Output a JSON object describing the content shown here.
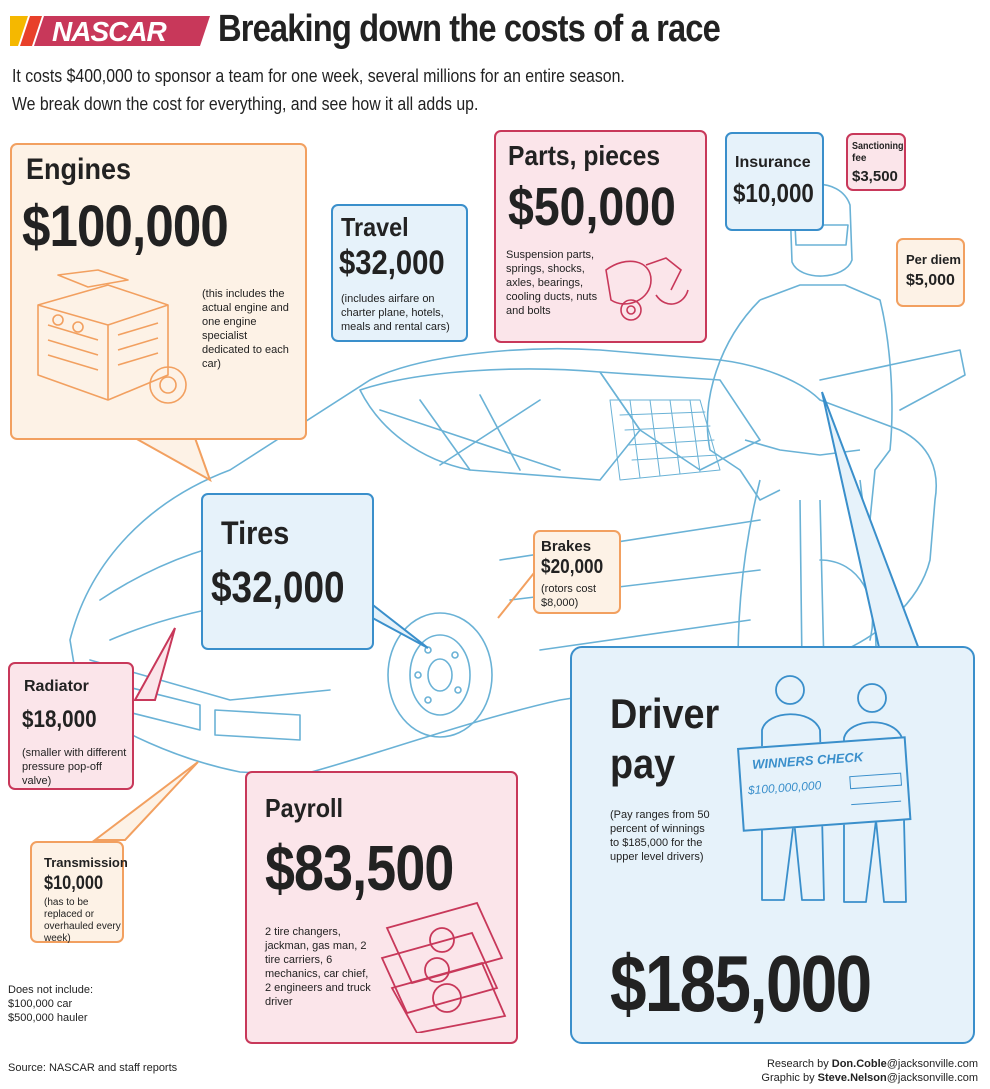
{
  "header": {
    "logo_text": "NASCAR",
    "title": "Breaking down the costs of a race",
    "intro_line1": "It costs $400,000 to sponsor a team for one week, several millions for an entire season.",
    "intro_line2": "We break down the cost for everything, and see how it all adds up."
  },
  "items": {
    "engines": {
      "label": "Engines",
      "amount": "$100,000",
      "note": "(this includes the actual engine and one engine specialist dedicated to each car)"
    },
    "travel": {
      "label": "Travel",
      "amount": "$32,000",
      "note": "(includes airfare on charter plane, hotels, meals and rental cars)"
    },
    "parts": {
      "label": "Parts, pieces",
      "amount": "$50,000",
      "note": "Suspension parts, springs, shocks, axles, bearings, cooling ducts, nuts and bolts"
    },
    "insurance": {
      "label": "Insurance",
      "amount": "$10,000"
    },
    "sanctioning": {
      "label_line1": "Sanctioning",
      "label_line2": "fee",
      "amount": "$3,500"
    },
    "per_diem": {
      "label": "Per diem",
      "amount": "$5,000"
    },
    "tires": {
      "label": "Tires",
      "amount": "$32,000"
    },
    "brakes": {
      "label": "Brakes",
      "amount": "$20,000",
      "note": "(rotors cost $8,000)"
    },
    "radiator": {
      "label": "Radiator",
      "amount": "$18,000",
      "note": "(smaller with different pressure pop-off valve)"
    },
    "transmission": {
      "label": "Transmission",
      "amount": "$10,000",
      "note": "(has to be replaced or overhauled every week)"
    },
    "payroll": {
      "label": "Payroll",
      "amount": "$83,500",
      "note": "2 tire changers, jackman, gas man, 2 tire carriers, 6 mechanics, car chief, 2 engineers and truck driver"
    },
    "driver_pay": {
      "label_line1": "Driver",
      "label_line2": "pay",
      "amount": "$185,000",
      "note": "(Pay ranges from 50 percent of winnings to $185,000 for the upper level drivers)"
    }
  },
  "check": {
    "title": "WINNERS CHECK",
    "amount": "$100,000,000"
  },
  "footer": {
    "excludes_title": "Does not include:",
    "excludes_1": "$100,000 car",
    "excludes_2": "$500,000 hauler",
    "source": "Source: NASCAR and staff reports",
    "research_prefix": "Research by ",
    "research_name": "Don.Coble",
    "research_domain": "@jacksonville.com",
    "graphic_prefix": "Graphic by ",
    "graphic_name": "Steve.Nelson",
    "graphic_domain": "@jacksonville.com"
  },
  "colors": {
    "orange": "#f2a060",
    "red": "#c8385a",
    "blue": "#3a8fcb",
    "line_art": "#6ab2d6"
  }
}
